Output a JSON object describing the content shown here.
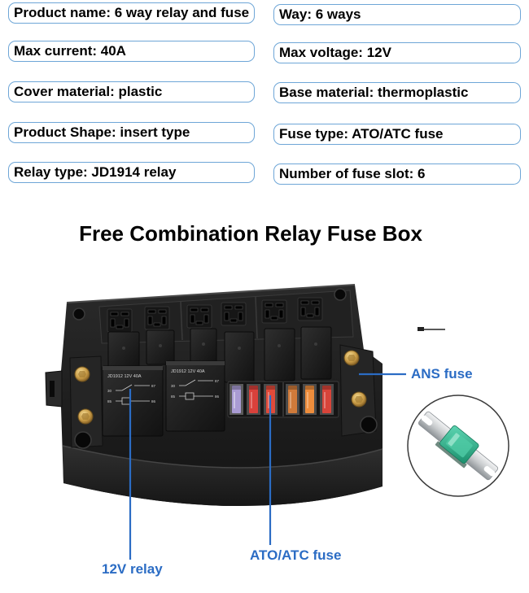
{
  "specs": {
    "product_name": "Product name: 6 way relay and fuse",
    "way": "Way: 6 ways",
    "max_current": "Max current: 40A",
    "max_voltage": "Max voltage: 12V",
    "cover_material": "Cover material: plastic",
    "base_material": "Base material: thermoplastic",
    "product_shape": "Product Shape: insert type",
    "fuse_type": "Fuse type: ATO/ATC fuse",
    "relay_type": "Relay type: JD1914 relay",
    "fuse_slot_count": "Number of fuse slot: 6"
  },
  "title": "Free Combination Relay Fuse Box",
  "callouts": {
    "ans_fuse": "ANS fuse",
    "relay": "12V relay",
    "ato_atc_fuse": "ATO/ATC fuse"
  },
  "product": {
    "relay_labels": [
      "JD1912 12V 40A",
      "JD1912 12V 40A"
    ],
    "relay_pins": [
      "30",
      "87",
      "85",
      "86"
    ],
    "fuse_colors": [
      "#a99bd3",
      "#d9413b",
      "#e04a3a",
      "#cf7a3a",
      "#ee8d3c",
      "#d8443a"
    ]
  },
  "colors": {
    "callout": "#2b6cc4",
    "spec_border": "#6ea6d7",
    "box_body": "#1c1c1c",
    "screw_brass": "#c79a45",
    "ans_fuse_body": "#27a883"
  }
}
